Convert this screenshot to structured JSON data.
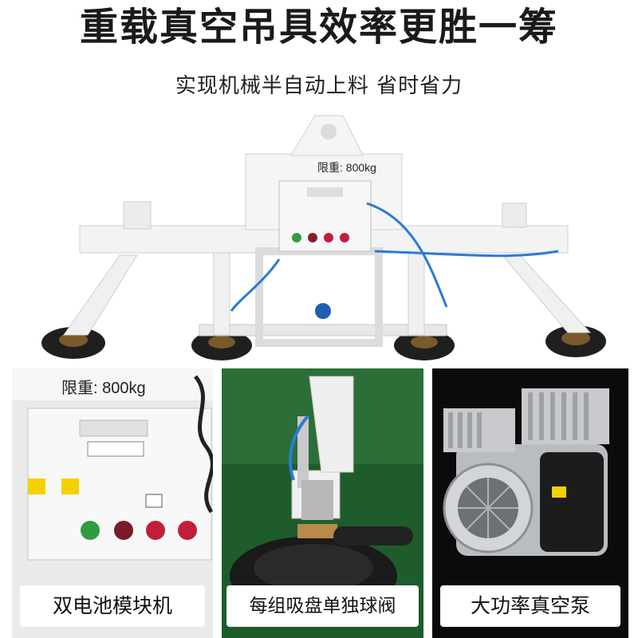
{
  "header": {
    "title": "重载真空吊具效率更胜一筹",
    "subtitle": "实现机械半自动上料 省时省力"
  },
  "hero": {
    "limit_label": "限重: 800kg"
  },
  "panels": [
    {
      "limit_label": "限重: 800kg",
      "caption": "双电池模块机"
    },
    {
      "caption": "每组吸盘单独球阀"
    },
    {
      "caption": "大功率真空泵"
    }
  ],
  "colors": {
    "frame": "#efefef",
    "suction_cup": "#222222",
    "hose": "#2a7bd4",
    "panel3_bg": "#0b0b0b",
    "panel2_bg": "#1e5c2c"
  }
}
